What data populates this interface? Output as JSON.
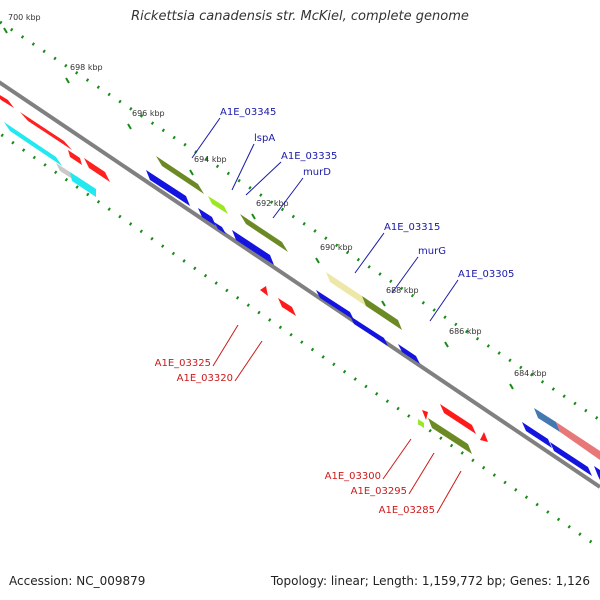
{
  "title": "Rickettsia canadensis str. McKiel, complete genome",
  "footer": {
    "accession": "Accession: NC_009879",
    "summary": "Topology: linear; Length: 1,159,772 bp; Genes: 1,126"
  },
  "colors": {
    "backbone": "#808080",
    "tick": "#1a8a1a",
    "label_top": "#1a1aa8",
    "label_bottom": "#cc1a1a"
  },
  "ticks": [
    "700 kbp",
    "698 kbp",
    "696 kbp",
    "694 kbp",
    "692 kbp",
    "690 kbp",
    "688 kbp",
    "686 kbp",
    "684 kbp"
  ],
  "top_labels": [
    {
      "text": "A1E_03345",
      "line": [
        [
          220,
          118
        ],
        [
          192,
          158
        ]
      ]
    },
    {
      "text": "lspA",
      "line": [
        [
          254,
          144
        ],
        [
          232,
          190
        ]
      ]
    },
    {
      "text": "A1E_03335",
      "line": [
        [
          281,
          162
        ],
        [
          246,
          195
        ]
      ]
    },
    {
      "text": "murD",
      "line": [
        [
          303,
          178
        ],
        [
          273,
          218
        ]
      ]
    },
    {
      "text": "A1E_03315",
      "line": [
        [
          384,
          233
        ],
        [
          355,
          273
        ]
      ]
    },
    {
      "text": "murG",
      "line": [
        [
          418,
          257
        ],
        [
          392,
          293
        ]
      ]
    },
    {
      "text": "A1E_03305",
      "line": [
        [
          458,
          280
        ],
        [
          430,
          321
        ]
      ]
    }
  ],
  "bottom_labels": [
    {
      "text": "A1E_03325",
      "line": [
        [
          213,
          366
        ],
        [
          238,
          325
        ]
      ]
    },
    {
      "text": "A1E_03320",
      "line": [
        [
          235,
          381
        ],
        [
          262,
          341
        ]
      ]
    },
    {
      "text": "A1E_03300",
      "line": [
        [
          383,
          479
        ],
        [
          411,
          439
        ]
      ]
    },
    {
      "text": "A1E_03295",
      "line": [
        [
          409,
          494
        ],
        [
          434,
          453
        ]
      ]
    },
    {
      "text": "A1E_03285",
      "line": [
        [
          437,
          513
        ],
        [
          461,
          471
        ]
      ]
    }
  ]
}
